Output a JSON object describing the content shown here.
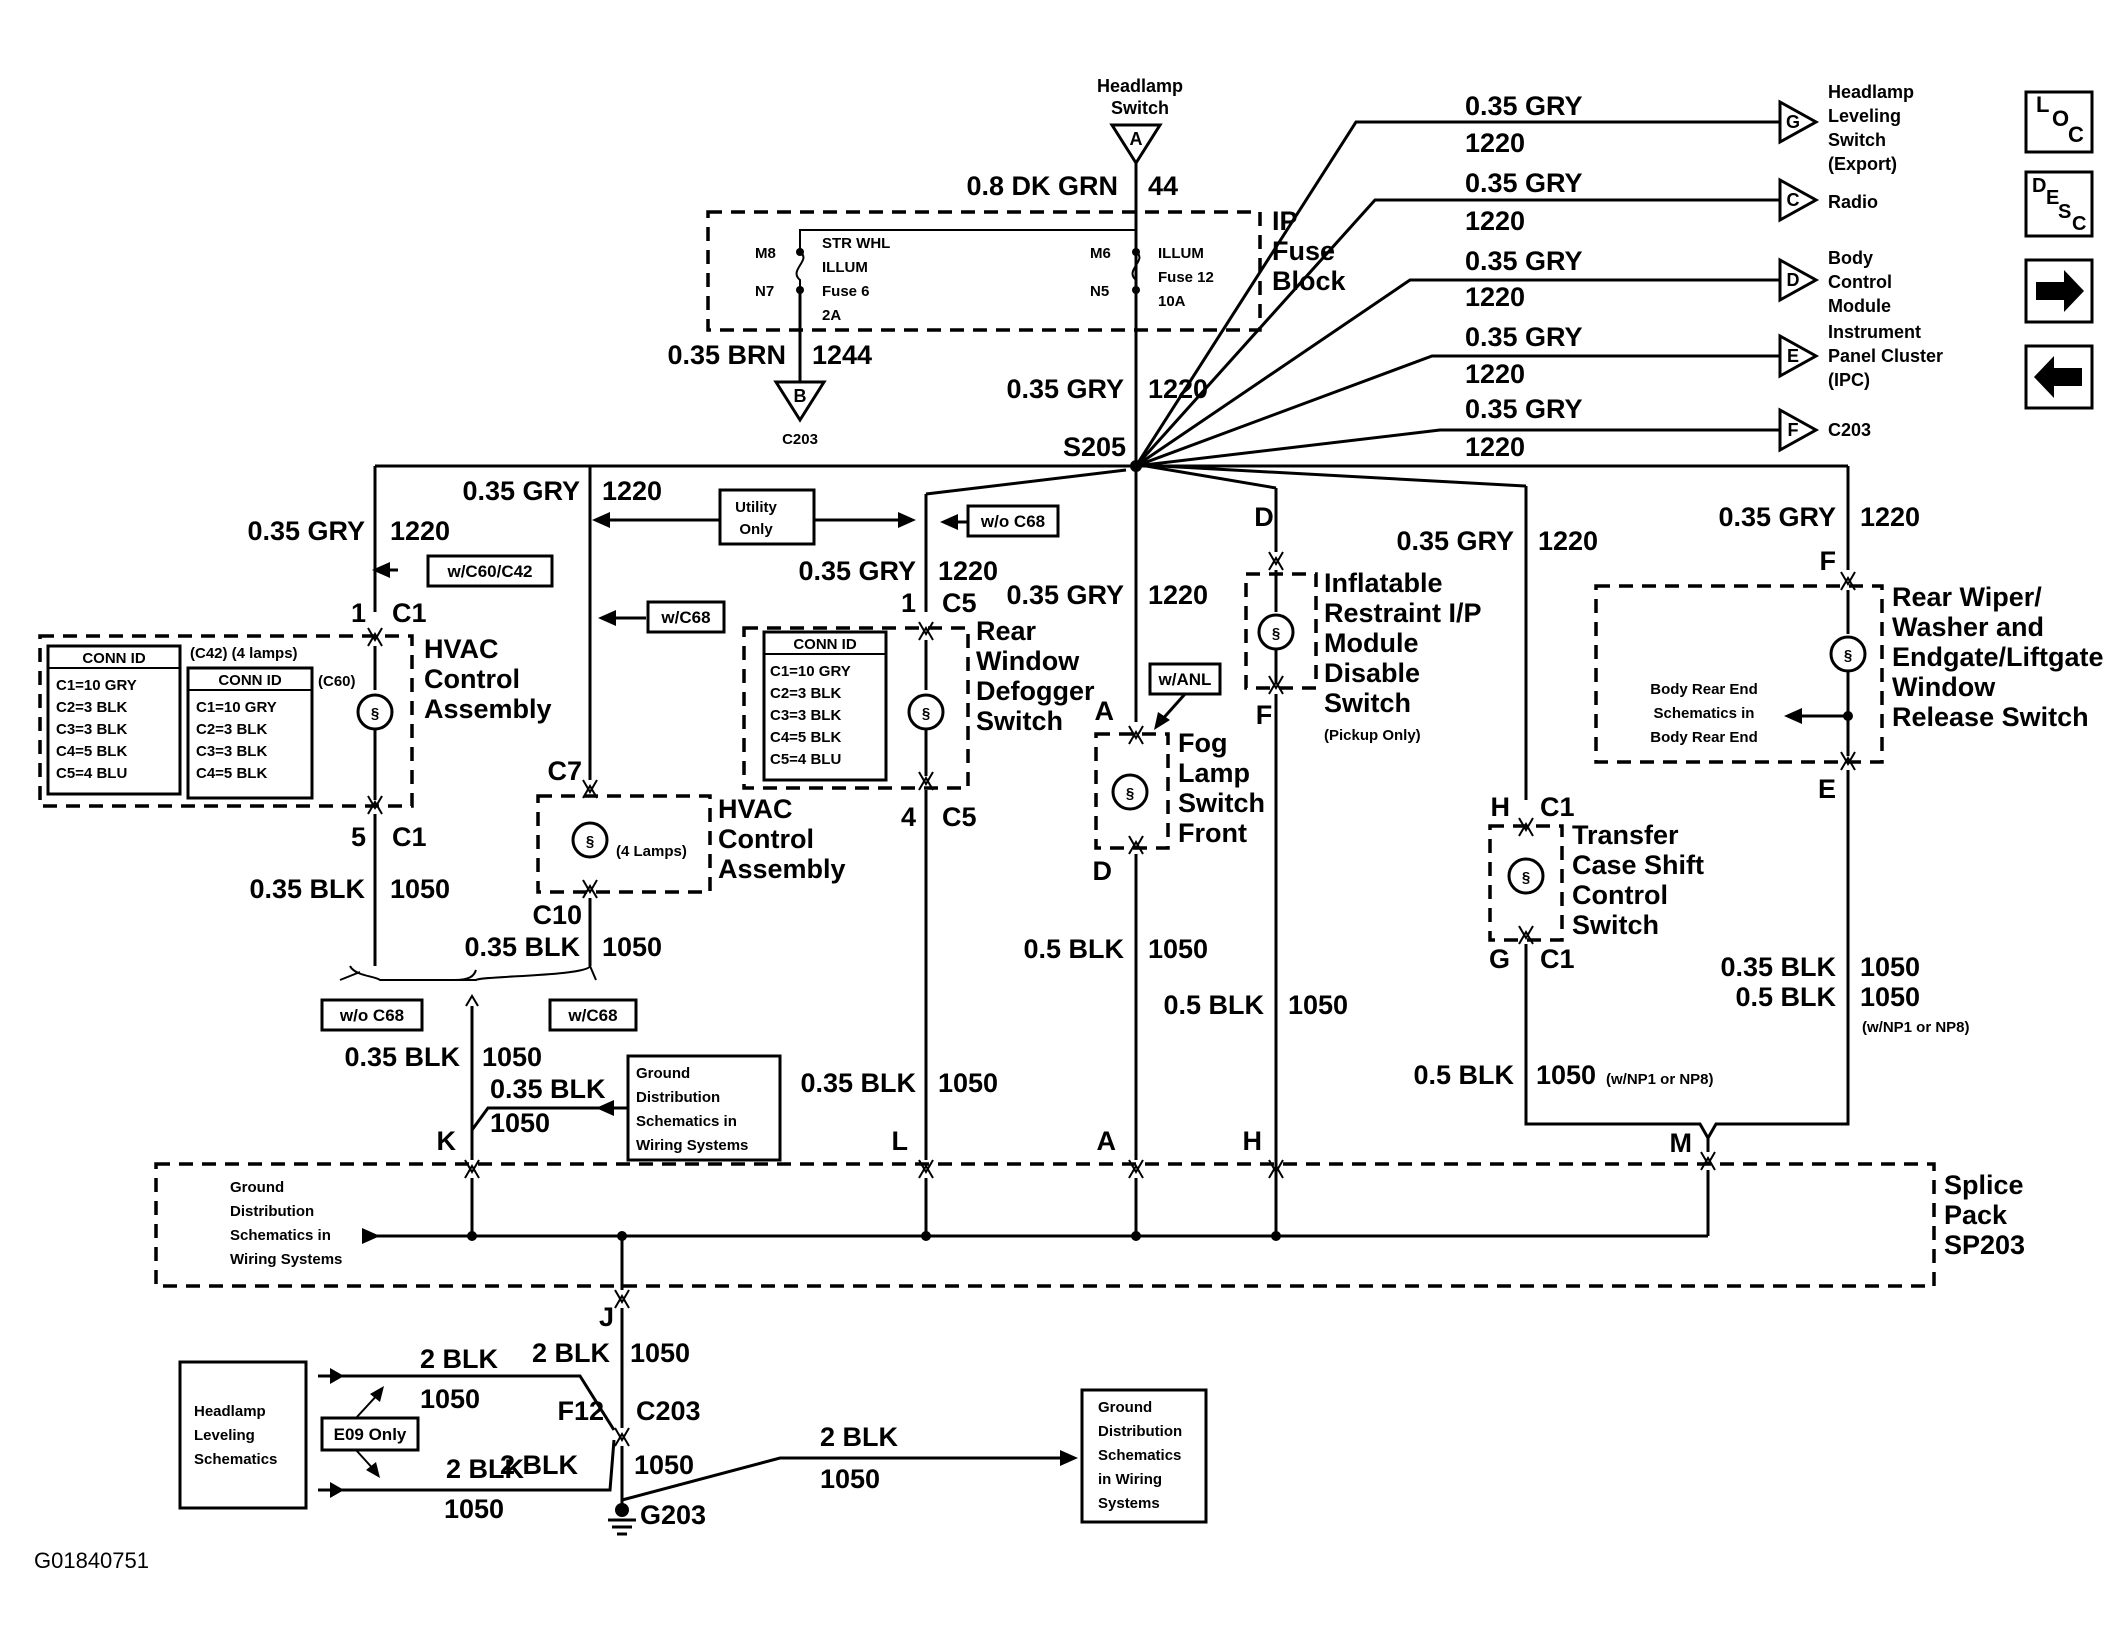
{
  "top": {
    "headlamp_switch": [
      "Headlamp",
      "Switch"
    ],
    "conn_a": "A",
    "wire_top": "0.8 DK GRN",
    "circ_top": "44",
    "ip_fuse_block": [
      "IP",
      "Fuse",
      "Block"
    ],
    "m8": "M8",
    "n7": "N7",
    "m6": "M6",
    "n5": "N5",
    "fuse6": [
      "STR WHL",
      "ILLUM",
      "Fuse 6",
      "2A"
    ],
    "fuse12": [
      "ILLUM",
      "Fuse 12",
      "10A"
    ],
    "brn_wire": "0.35 BRN",
    "brn_circ": "1244",
    "conn_b": "B",
    "c203": "C203",
    "gry": "0.35 GRY",
    "circ_1220": "1220",
    "s205": "S205"
  },
  "right_outputs": [
    {
      "conn": "G",
      "label": [
        "Headlamp",
        "Leveling",
        "Switch",
        "(Export)"
      ]
    },
    {
      "conn": "C",
      "label": [
        "Radio"
      ]
    },
    {
      "conn": "D",
      "label": [
        "Body",
        "Control",
        "Module"
      ]
    },
    {
      "conn": "E",
      "label": [
        "Instrument",
        "Panel Cluster",
        "(IPC)"
      ]
    },
    {
      "conn": "F",
      "label": [
        "C203"
      ]
    }
  ],
  "nav": {
    "loc": [
      "L",
      "O",
      "C"
    ],
    "desc": [
      "D",
      "E",
      "S",
      "C"
    ]
  },
  "hvac_left": {
    "c1_top": "1",
    "c1": "C1",
    "c5_bot": "5",
    "title": [
      "HVAC",
      "Control",
      "Assembly"
    ],
    "wc60": "w/C60/C42",
    "blk": "0.35 BLK",
    "circ": "1050",
    "conn_id_a": {
      "hdr": "CONN ID",
      "rows": [
        "C1=10 GRY",
        "C2=3 BLK",
        "C3=3 BLK",
        "C4=5 BLK",
        "C5=4 BLU"
      ]
    },
    "c42_note": "(C42) (4 lamps)",
    "c60_note": "(C60)",
    "conn_id_b": {
      "hdr": "CONN ID",
      "rows": [
        "C1=10 GRY",
        "C2=3 BLK",
        "C3=3 BLK",
        "C4=5 BLK"
      ]
    }
  },
  "hvac_mid": {
    "wc68": "w/C68",
    "utility": [
      "Utility",
      "Only"
    ],
    "c7": "C7",
    "c10": "C10",
    "lamps": "(4 Lamps)",
    "title": [
      "HVAC",
      "Control",
      "Assembly"
    ],
    "blk": "0.35 BLK",
    "circ": "1050"
  },
  "rear_defog": {
    "wo_c68": "w/o C68",
    "pin1": "1",
    "c5": "C5",
    "pin4": "4",
    "title": [
      "Rear",
      "Window",
      "Defogger",
      "Switch"
    ],
    "conn_id": {
      "hdr": "CONN ID",
      "rows": [
        "C1=10 GRY",
        "C2=3 BLK",
        "C3=3 BLK",
        "C4=5 BLK",
        "C5=4 BLU"
      ]
    },
    "blk": "0.35 BLK",
    "circ": "1050"
  },
  "fog": {
    "wanl": "w/ANL",
    "a": "A",
    "d": "D",
    "title": [
      "Fog",
      "Lamp",
      "Switch",
      "Front"
    ],
    "blk": "0.5 BLK",
    "circ": "1050"
  },
  "inflatable": {
    "d": "D",
    "f": "F",
    "title": [
      "Inflatable",
      "Restraint I/P",
      "Module",
      "Disable",
      "Switch"
    ],
    "note": "(Pickup Only)",
    "blk": "0.5 BLK",
    "circ": "1050"
  },
  "transfer": {
    "h": "H",
    "c1": "C1",
    "g": "G",
    "title": [
      "Transfer",
      "Case Shift",
      "Control",
      "Switch"
    ],
    "blk": "0.5 BLK",
    "circ": "1050",
    "note": "(w/NP1 or NP8)"
  },
  "rear_wiper": {
    "f": "F",
    "e": "E",
    "title": [
      "Rear Wiper/",
      "Washer and",
      "Endgate/Liftgate",
      "Window",
      "Release Switch"
    ],
    "body_rear": [
      "Body Rear End",
      "Schematics in",
      "Body Rear End"
    ],
    "blk1": "0.35 BLK",
    "blk2": "0.5 BLK",
    "circ": "1050",
    "note": "(w/NP1 or NP8)"
  },
  "splice": {
    "title": [
      "Splice",
      "Pack",
      "SP203"
    ],
    "ground_dist": [
      "Ground",
      "Distribution",
      "Schematics in",
      "Wiring Systems"
    ],
    "pins": [
      "K",
      "L",
      "A",
      "H",
      "M"
    ],
    "j": "J",
    "wo_c68": "w/o C68",
    "w_c68": "w/C68",
    "blk": "0.35 BLK",
    "circ": "1050",
    "gd_box": [
      "Ground",
      "Distribution",
      "Schematics in",
      "Wiring Systems"
    ]
  },
  "bottom": {
    "two_blk": "2 BLK",
    "circ": "1050",
    "f12": "F12",
    "c203": "C203",
    "g203": "G203",
    "headlamp_lev": [
      "Headlamp",
      "Leveling",
      "Schematics"
    ],
    "e09": "E09 Only",
    "gd_box": [
      "Ground",
      "Distribution",
      "Schematics",
      "in Wiring",
      "Systems"
    ]
  },
  "figure_id": "G01840751"
}
